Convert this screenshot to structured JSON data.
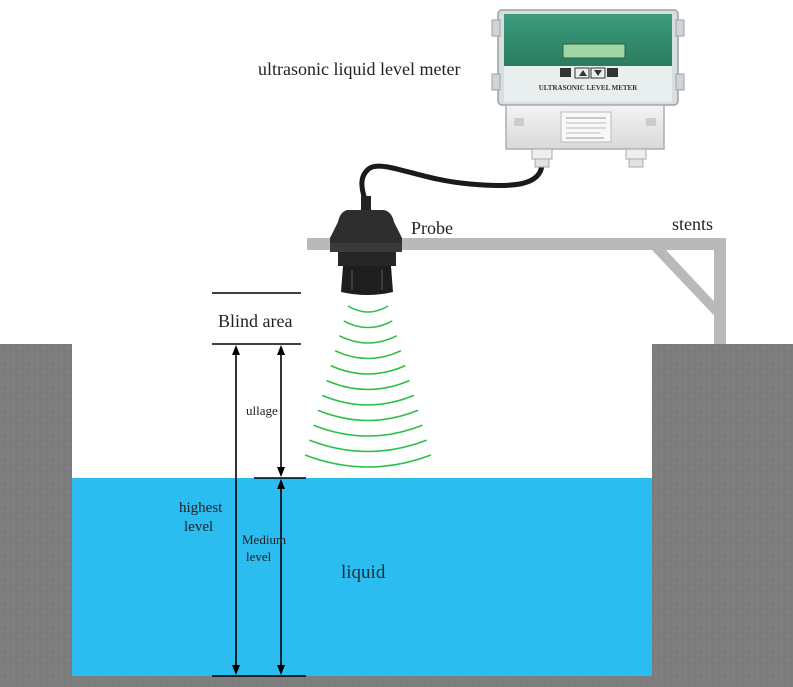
{
  "labels": {
    "meter": "ultrasonic liquid level meter",
    "probe": "Probe",
    "stents": "stents",
    "blind_area": "Blind area",
    "ullage": "ullage",
    "highest_level_line1": "highest",
    "highest_level_line2": "level",
    "medium_level_line1": "Medium",
    "medium_level_line2": "level",
    "liquid": "liquid",
    "meter_panel": "ULTRASONIC LEVEL METER"
  },
  "colors": {
    "ground": "#7d7d7d",
    "liquid": "#2bbdf0",
    "stent": "#b9b9b9",
    "wave": "#2bc04a",
    "meter_green": "#2f8f6e",
    "probe": "#2a2a2a"
  },
  "icons": [
    "menu-key-icon",
    "up-arrow-key-icon",
    "down-arrow-key-icon",
    "enter-key-icon"
  ]
}
